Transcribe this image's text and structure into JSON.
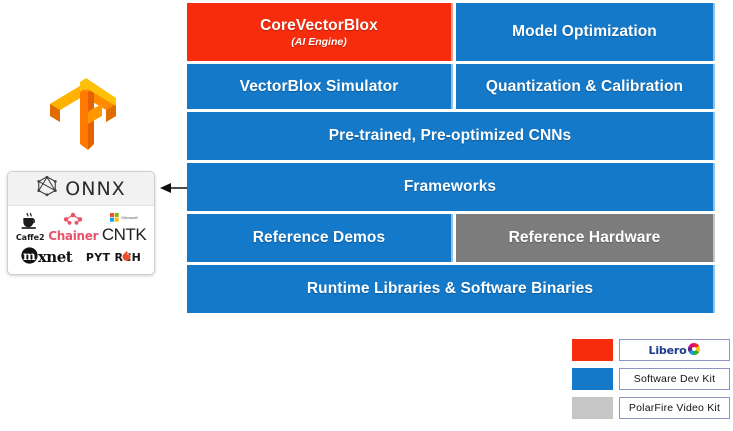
{
  "logos": {
    "tensorflow": "tensorflow-logo",
    "onnx": {
      "title": "ONNX",
      "icon": "onnx-hexagon-icon",
      "frameworks": [
        {
          "name": "Caffe2",
          "label": "Caffe2",
          "icon": "caffe2-cup-icon"
        },
        {
          "name": "Chainer",
          "label": "Chainer",
          "icon": "chainer-molecule-icon"
        },
        {
          "name": "CNTK",
          "label": "CNTK",
          "vendor": "Microsoft",
          "icon": "microsoft-squares-icon"
        },
        {
          "name": "MXNet",
          "label": "xnet",
          "prefix": "m",
          "icon": "mxnet-circle-icon"
        },
        {
          "name": "PyTorch",
          "label": "PYT RCH",
          "icon": "pytorch-flame-icon"
        }
      ]
    }
  },
  "arrow": {
    "name": "frameworks-to-onnx-arrow",
    "direction": "left"
  },
  "stack": {
    "rows": [
      {
        "cells": [
          {
            "title": "CoreVectorBlox",
            "subtitle": "(AI Engine)",
            "color": "#f72c0c",
            "span": "left"
          },
          {
            "title": "Model Optimization",
            "subtitle": "",
            "color": "#1479c9",
            "span": "right"
          }
        ]
      },
      {
        "cells": [
          {
            "title": "VectorBlox Simulator",
            "subtitle": "",
            "color": "#1479c9",
            "span": "left"
          },
          {
            "title": "Quantization & Calibration",
            "subtitle": "",
            "color": "#1479c9",
            "span": "right"
          }
        ]
      },
      {
        "cells": [
          {
            "title": "Pre-trained, Pre-optimized CNNs",
            "subtitle": "",
            "color": "#1479c9",
            "span": "full"
          }
        ]
      },
      {
        "cells": [
          {
            "title": "Frameworks",
            "subtitle": "",
            "color": "#1479c9",
            "span": "full"
          }
        ]
      },
      {
        "cells": [
          {
            "title": "Reference Demos",
            "subtitle": "",
            "color": "#1479c9",
            "span": "left"
          },
          {
            "title": "Reference Hardware",
            "subtitle": "",
            "color": "#7c7c7c",
            "span": "right"
          }
        ]
      },
      {
        "cells": [
          {
            "title": "Runtime Libraries & Software Binaries",
            "subtitle": "",
            "color": "#1479c9",
            "span": "full"
          }
        ]
      }
    ]
  },
  "legend": {
    "items": [
      {
        "swatch": "#f72c0c",
        "label": "Libero",
        "type": "logo"
      },
      {
        "swatch": "#1479c9",
        "label": "Software Dev Kit",
        "type": "text"
      },
      {
        "swatch": "#c6c6c6",
        "label": "PolarFire Video Kit",
        "type": "text"
      }
    ]
  }
}
